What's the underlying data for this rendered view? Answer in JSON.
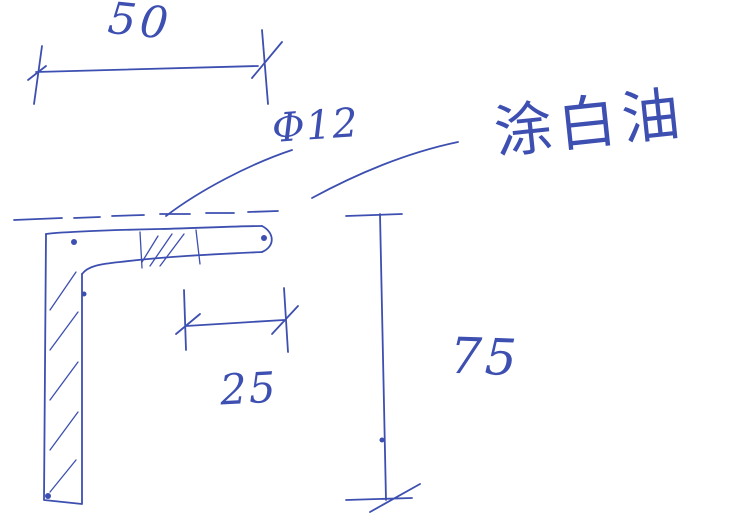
{
  "dimensions": {
    "top_width": "50",
    "hole": "Φ12",
    "inner_length": "25",
    "height": "75"
  },
  "note": "涂白油"
}
